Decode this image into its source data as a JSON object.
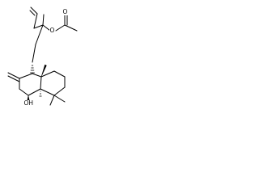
{
  "molecule": {
    "atom_labels": {
      "ester_oxygen": "O",
      "carbonyl_oxygen": "O",
      "hydroxyl": "OH"
    }
  }
}
